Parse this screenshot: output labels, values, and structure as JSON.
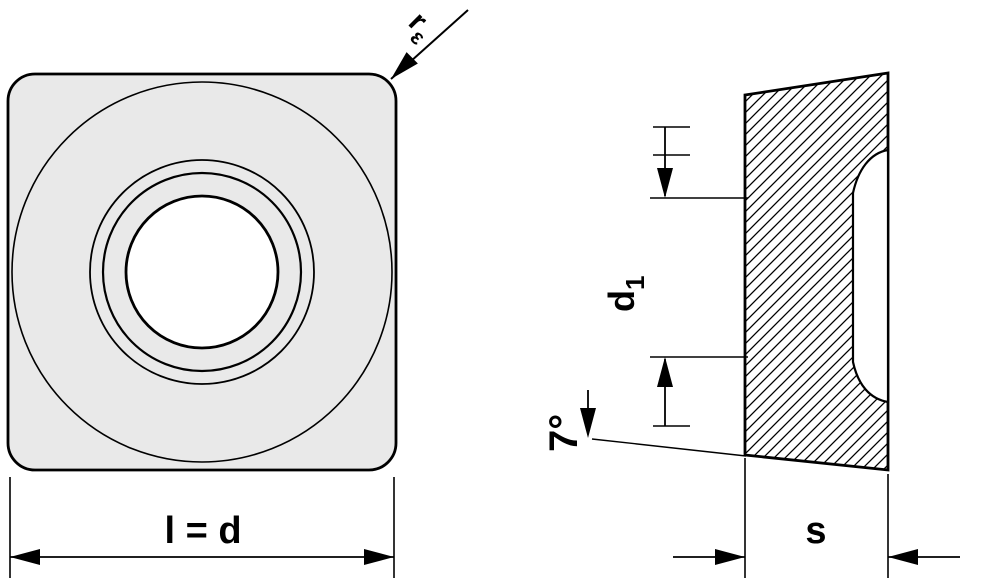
{
  "drawing": {
    "type": "technical-drawing",
    "front_view": {
      "width_dimension_label": "l = d",
      "corner_radius_label_main": "r",
      "corner_radius_label_sub": "ε"
    },
    "side_view": {
      "thickness_dimension_label": "s",
      "bore_dimension_label_main": "d",
      "bore_dimension_label_sub": "1",
      "clearance_angle_label": "7°"
    },
    "colors": {
      "insert_fill": "#e9e9e9",
      "line_color": "#000000",
      "background": "#ffffff"
    }
  }
}
